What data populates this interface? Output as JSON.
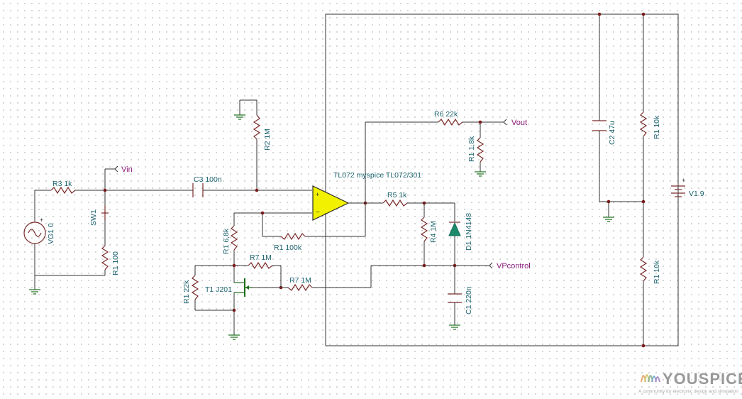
{
  "labels": {
    "r3": "R3 1k",
    "c3": "C3 100n",
    "r2": "R2 1M",
    "r6": "R6 22k",
    "r1_1k8": "R1 1,8k",
    "opamp": "TL072 myspice TL072/301",
    "r5": "R5 1k",
    "r4": "R4 1M",
    "d1": "D1 1N4148",
    "c1": "C1 220n",
    "r1_6k8": "R1 6,8k",
    "r1_100k": "R1 100k",
    "r7_top": "R7 1M",
    "r7_bottom": "R7 1M",
    "t1": "T1 J201",
    "r1_22k": "R1 22k",
    "sw1": "SW1",
    "r1_100": "R1 100",
    "vg1": "VG1 0",
    "c2": "C2 47u",
    "r1_10k_top": "R1 10k",
    "r1_10k_bottom": "R1 10k",
    "v1": "V1 9"
  },
  "nets": {
    "vin": "Vin",
    "vout": "Vout",
    "vpcontrol": "VPcontrol"
  },
  "watermark": {
    "brand": "YOUSPICE",
    "tagline": "A community for electronic design and simulation"
  },
  "colors": {
    "opamp_fill": "#f2f200",
    "diode_fill": "#1a8a6a",
    "ground": "#1a6e1a",
    "label": "#1d6470",
    "net_label": "#8a1a7a"
  }
}
